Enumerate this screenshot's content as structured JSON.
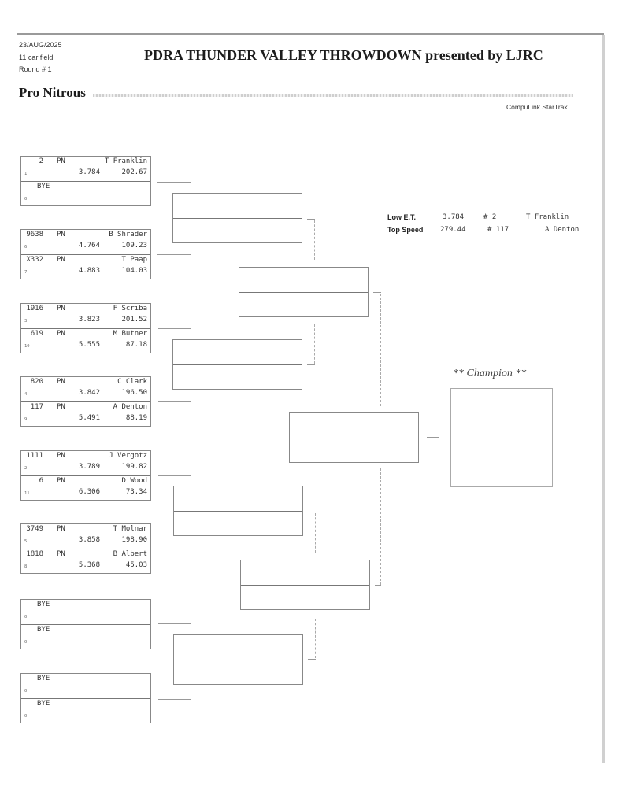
{
  "header": {
    "date": "23/AUG/2025",
    "field": "11 car field",
    "round": "Round # 1",
    "title": "PDRA THUNDER VALLEY THROWDOWN presented by LJRC",
    "class_name": "Pro Nitrous",
    "software": "CompuLink StarTrak"
  },
  "stats": {
    "low_et": {
      "label": "Low  E.T.",
      "value": "3.784",
      "car": "# 2",
      "driver": "T Franklin"
    },
    "top_speed": {
      "label": "Top Speed",
      "value": "279.44",
      "car": "# 117",
      "driver": "A Denton"
    }
  },
  "champion": {
    "label": "** Champion **"
  },
  "round1": [
    {
      "lanes": [
        {
          "car": "2",
          "class": "PN",
          "driver": "T Franklin",
          "seed": "1",
          "et": "3.784",
          "speed": "202.67"
        },
        {
          "bye": "BYE",
          "seed": "0"
        }
      ]
    },
    {
      "lanes": [
        {
          "car": "9638",
          "class": "PN",
          "driver": "B Shrader",
          "seed": "6",
          "et": "4.764",
          "speed": "109.23"
        },
        {
          "car": "X332",
          "class": "PN",
          "driver": "T Paap",
          "seed": "7",
          "et": "4.883",
          "speed": "104.03"
        }
      ]
    },
    {
      "lanes": [
        {
          "car": "1916",
          "class": "PN",
          "driver": "F Scriba",
          "seed": "3",
          "et": "3.823",
          "speed": "201.52"
        },
        {
          "car": "619",
          "class": "PN",
          "driver": "M Butner",
          "seed": "10",
          "et": "5.555",
          "speed": "87.18"
        }
      ]
    },
    {
      "lanes": [
        {
          "car": "820",
          "class": "PN",
          "driver": "C Clark",
          "seed": "4",
          "et": "3.842",
          "speed": "196.50"
        },
        {
          "car": "117",
          "class": "PN",
          "driver": "A Denton",
          "seed": "9",
          "et": "5.491",
          "speed": "88.19"
        }
      ]
    },
    {
      "lanes": [
        {
          "car": "1111",
          "class": "PN",
          "driver": "J Vergotz",
          "seed": "2",
          "et": "3.789",
          "speed": "199.82"
        },
        {
          "car": "6",
          "class": "PN",
          "driver": "D Wood",
          "seed": "11",
          "et": "6.306",
          "speed": "73.34"
        }
      ]
    },
    {
      "lanes": [
        {
          "car": "3749",
          "class": "PN",
          "driver": "T Molnar",
          "seed": "5",
          "et": "3.858",
          "speed": "198.90"
        },
        {
          "car": "1818",
          "class": "PN",
          "driver": "B Albert",
          "seed": "8",
          "et": "5.368",
          "speed": "45.03"
        }
      ]
    },
    {
      "lanes": [
        {
          "bye": "BYE",
          "seed": "0"
        },
        {
          "bye": "BYE",
          "seed": "0"
        }
      ]
    },
    {
      "lanes": [
        {
          "bye": "BYE",
          "seed": "0"
        },
        {
          "bye": "BYE",
          "seed": "0"
        }
      ]
    }
  ]
}
